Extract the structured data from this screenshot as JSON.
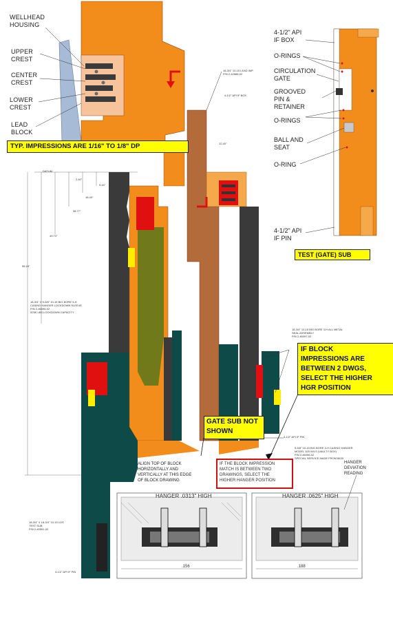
{
  "wellhead": {
    "labels": [
      "WELLHEAD\nHOUSING",
      "UPPER\nCREST",
      "CENTER\nCREST",
      "LOWER\nCREST",
      "LEAD\nBLOCK"
    ],
    "impressions_note": "TYP. IMPRESSIONS ARE 1/16\" TO 1/8\" DP"
  },
  "test_sub": {
    "labels": [
      "4-1/2\" API\nIF BOX",
      "O-RINGS",
      "CIRCULATION\nGATE",
      "GROOVED\nPIN &\nRETAINER",
      "O-RINGS",
      "BALL AND\nSEAT",
      "O-RING",
      "4-1/2\" API\nIF PIN"
    ],
    "title": "TEST (GATE) SUB"
  },
  "callouts": {
    "block_between": "IF BLOCK\nIMPRESSIONS ARE\nBETWEEN 2 DWGS,\nSELECT THE HIGHER\nHGR POSITION",
    "gate_sub": "GATE SUB NOT\nSHOWN",
    "red_note": "IF THE BLOCK IMPRESSION\nMATCH IS BETWEEN TWO\nDRAWINGS, SELECT THE\nHIGHER HANGER POSITION",
    "align_note": "ALIGN TOP OF BLOCK\nHORIZONTALLY AND\nVERTICALLY AT THIS EDGE\nOF BLOCK DRAWING",
    "deviation": "HANGER\nDEVIATION\nREADING"
  },
  "hangers": [
    {
      "title": "HANGER .0313\" HIGH",
      "dim": ".156"
    },
    {
      "title": "HANGER .0625\" HIGH",
      "dim": ".188"
    }
  ],
  "small_text": {
    "lead_block": "18-3/4\" 10-15 LEAD IMP.\nP/N 2-42688-02",
    "if_box": "4-1/2\" API IF BOX",
    "lockdown": "18-3/4\" X 9-5/8\" 10-15 BIG BORE 3-H\nCASING HANGER LOCKDOWN SLEEVE\nP/N 2-46096-02\n525K LBS LOCKDOWN CAPACITY",
    "metal_seal": "18-3/4\" 10-15 BIG BORE 3-H ALL METAL\nSEAL ASSEMBLY\nP/N 2-46097-02",
    "if_pin_right": "4-1/2\" API IF PIN",
    "casing_hanger": "9-5/8\" 10-15 BIG BORE 3-H CASING HANGER\nMODEL 325 W/LS (VAULTY BOX)\nP/N 2-46056-02\nSPECIAL SERVICE MADE FROM 8630",
    "test_sub_bottom": "18-3/4\" X 18-3/4\" 10-15 LDS\nTEST SUB\nP/N 2-40591-02",
    "if_pin_bottom": "4-1/2\" API IF PIN",
    "datum": "DATUM",
    "dim_values": [
      "2.40\"",
      "9.44\"",
      "18.40\"",
      "38.77\"",
      "49.73\"",
      "58.18\"",
      "12.40\""
    ]
  },
  "colors": {
    "orange": "#f28c1a",
    "brown": "#b36b3c",
    "dark_gray": "#3a3a3a",
    "teal": "#0e4a48",
    "olive": "#707a1a",
    "red": "#e01010",
    "yellow_callout": "#ffff00"
  }
}
